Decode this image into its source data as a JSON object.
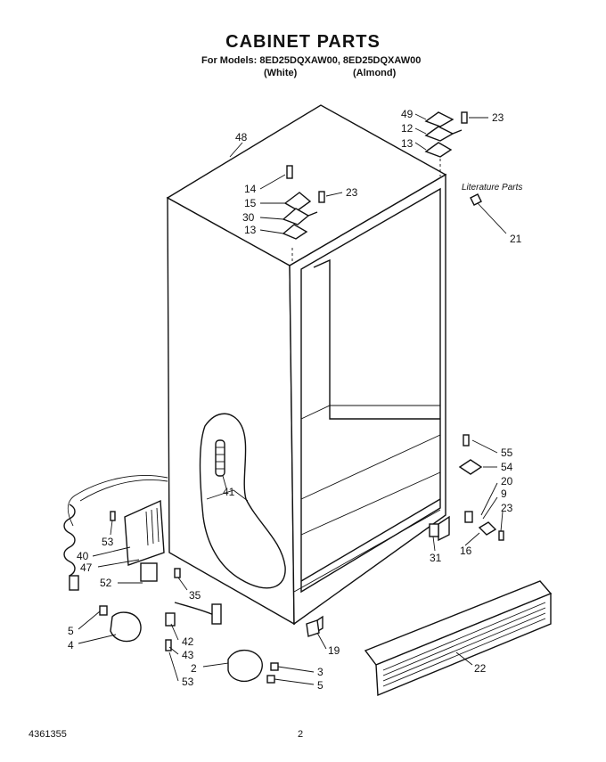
{
  "header": {
    "title": "CABINET PARTS",
    "models_line": "For Models: 8ED25DQXAW00, 8ED25DQXAW00",
    "variant_left": "(White)",
    "variant_right": "(Almond)"
  },
  "literature_label": "Literature Parts",
  "callouts": [
    "48",
    "49",
    "12",
    "13",
    "23",
    "14",
    "15",
    "23",
    "30",
    "13",
    "21",
    "41",
    "55",
    "54",
    "20",
    "9",
    "23",
    "16",
    "31",
    "53",
    "40",
    "47",
    "52",
    "35",
    "5",
    "4",
    "42",
    "43",
    "2",
    "53",
    "3",
    "5",
    "19",
    "22"
  ],
  "footer": {
    "doc_number": "4361355",
    "page_number": "2"
  }
}
